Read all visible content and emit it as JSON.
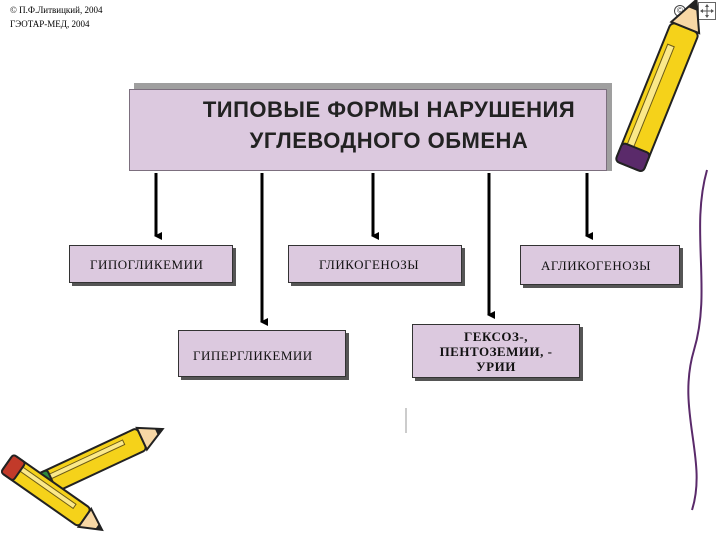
{
  "copyright": {
    "line1": "© П.Ф.Литвицкий, 2004",
    "line2": "ГЭОТАР-МЕД, 2004"
  },
  "nav": {
    "copyright_symbol": "©"
  },
  "title": {
    "line1": "ТИПОВЫЕ  ФОРМЫ  НАРУШЕНИЯ",
    "line2": "УГЛЕВОДНОГО  ОБМЕНА"
  },
  "boxes": {
    "hypoglycemia": "ГИПОГЛИКЕМИИ",
    "glycogenoses": "ГЛИКОГЕНОЗЫ",
    "aglycogenoses": "АГЛИКОГЕНОЗЫ",
    "hyperglycemia": "ГИПЕРГЛИКЕМИИ",
    "hexose_line1": "ГЕКСОЗ-,",
    "hexose_line2": "ПЕНТОЗЕМИИ, -",
    "hexose_line3": "УРИИ"
  },
  "colors": {
    "box_fill": "#dcc9df",
    "arrow": "#000000",
    "pencil_yellow": "#f5d21a",
    "pencil_purple": "#5a2a6a"
  },
  "icons": [
    "copyright-icon",
    "move-icon",
    "pencil-icon"
  ]
}
